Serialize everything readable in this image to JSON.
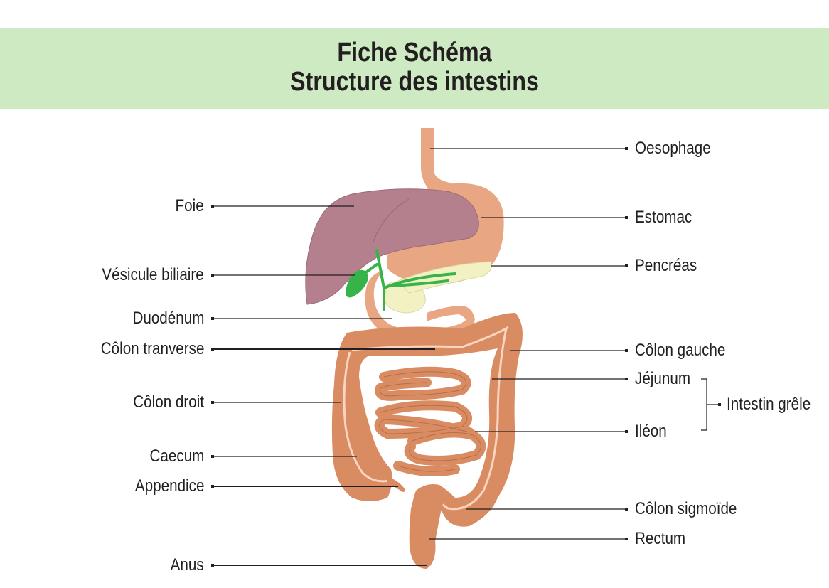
{
  "header": {
    "title_line1": "Fiche Schéma",
    "title_line2": "Structure des intestins",
    "background": "#cdeac3"
  },
  "labels": {
    "oesophage": "Oesophage",
    "foie": "Foie",
    "estomac": "Estomac",
    "vesicule": "Vésicule biliaire",
    "pancreas": "Pencréas",
    "duodenum": "Duodénum",
    "colon_transverse": "Côlon tranverse",
    "colon_gauche": "Côlon gauche",
    "jejunum": "Jéjunum",
    "intestin_grele": "Intestin grêle",
    "colon_droit": "Côlon droit",
    "ileon": "Iléon",
    "caecum": "Caecum",
    "appendice": "Appendice",
    "colon_sigmoide": "Côlon sigmoïde",
    "rectum": "Rectum",
    "anus": "Anus"
  },
  "colors": {
    "liver": "#b5808e",
    "stomach": "#e9a682",
    "colon": "#d98b62",
    "gallbladder": "#37b34a",
    "pancreas": "#f1f1c4",
    "colon_highlight": "#fbd5c2"
  }
}
